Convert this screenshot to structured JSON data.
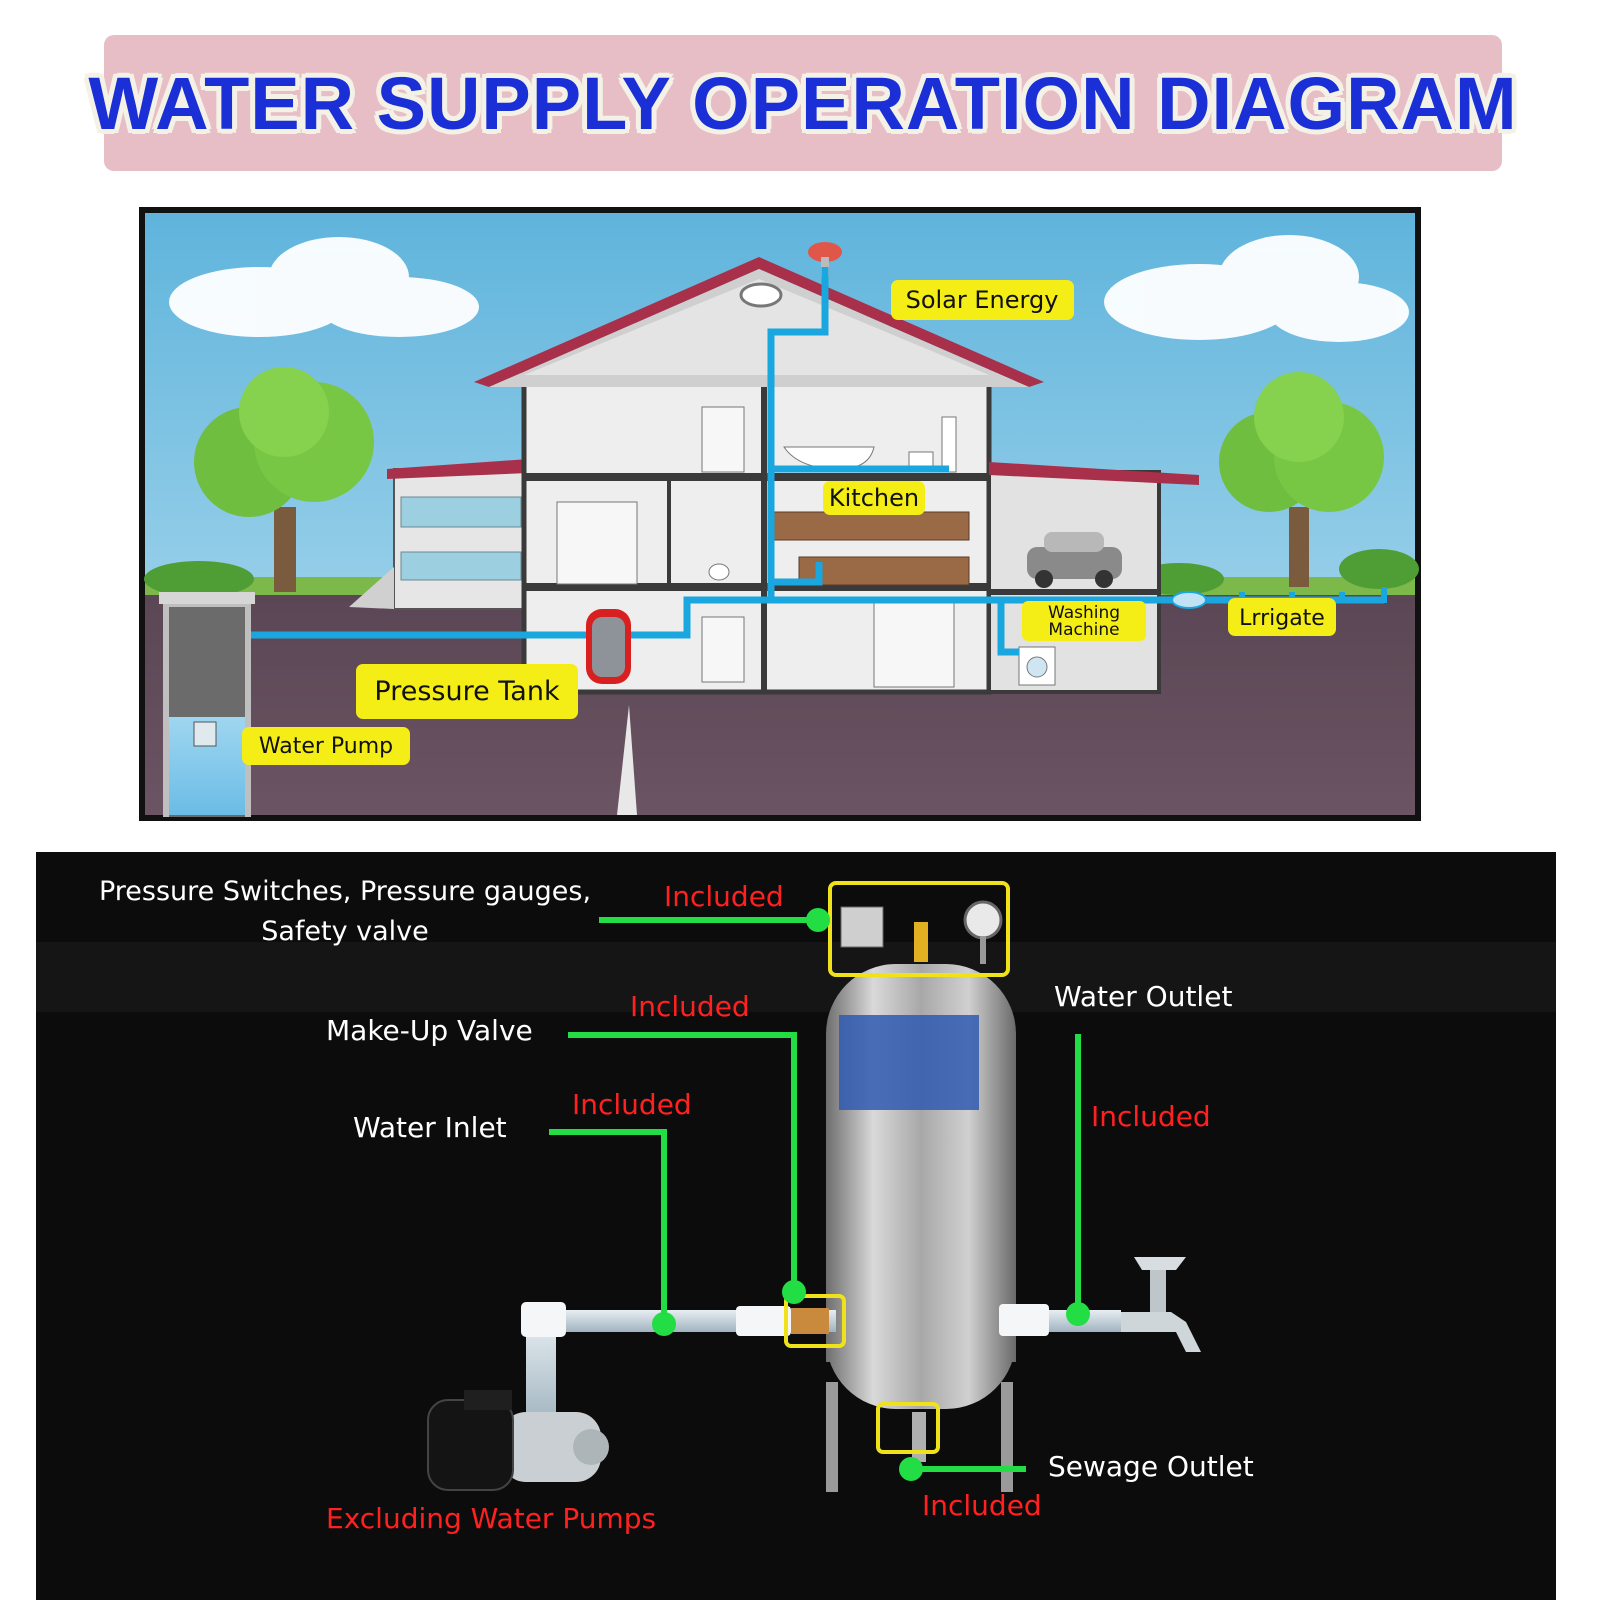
{
  "title": "WATER SUPPLY OPERATION DIAGRAM",
  "house": {
    "labels": {
      "solar": "Solar Energy",
      "kitchen": "Kitchen",
      "washing_line1": "Washing",
      "washing_line2": "Machine",
      "irrigate": "Lrrigate",
      "pressure_tank": "Pressure Tank",
      "water_pump": "Water Pump"
    }
  },
  "tank": {
    "switches_line1": "Pressure Switches, Pressure gauges,",
    "switches_line2": "Safety valve",
    "switches_status": "Included",
    "makeup_label": "Make-Up Valve",
    "makeup_status": "Included",
    "inlet_label": "Water Inlet",
    "inlet_status": "Included",
    "outlet_label": "Water Outlet",
    "outlet_status": "Included",
    "sewage_label": "Sewage Outlet",
    "sewage_status": "Included",
    "pump_note": "Excluding Water Pumps"
  },
  "colors": {
    "title": "#1a2fd6",
    "banner": "#e7bec6",
    "label_bg": "#f5ee16",
    "leader_line": "#22dd44",
    "status_text": "#ff2020",
    "pipe": "#1aa6de",
    "roof": "#a8304a"
  }
}
